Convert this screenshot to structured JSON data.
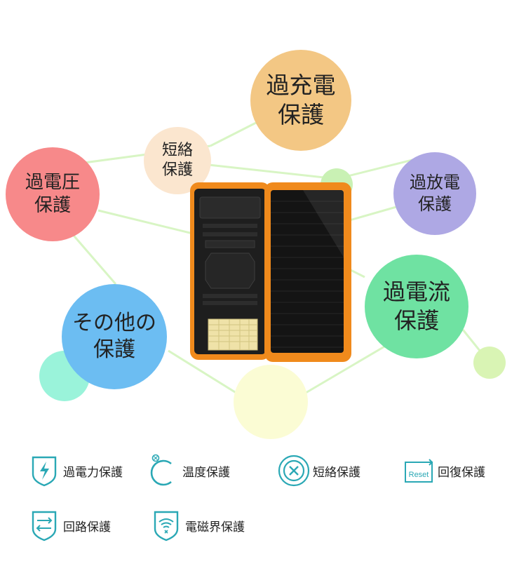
{
  "bubbles": [
    {
      "id": "overcharge",
      "text": "過充電\n保護",
      "color": "#f3c784"
    },
    {
      "id": "short",
      "text": "短絡\n保護",
      "color": "#fbe6cf"
    },
    {
      "id": "overvoltage",
      "text": "過電圧\n保護",
      "color": "#f7898a"
    },
    {
      "id": "overdischarge",
      "text": "過放電\n保護",
      "color": "#aea8e4"
    },
    {
      "id": "overcurrent",
      "text": "過電流\n保護",
      "color": "#6fe2a2"
    },
    {
      "id": "other",
      "text": "その他の\n保護",
      "color": "#6cbdf2"
    }
  ],
  "features": [
    {
      "icon": "lightning-shield-icon",
      "label": "過電力保護"
    },
    {
      "icon": "temperature-icon",
      "label": "温度保護"
    },
    {
      "icon": "short-circuit-icon",
      "label": "短絡保護"
    },
    {
      "icon": "reset-icon",
      "icon_text": "Reset",
      "label": "回復保護"
    },
    {
      "icon": "circuit-arrows-icon",
      "label": "回路保護"
    },
    {
      "icon": "emf-wifi-shield-icon",
      "label": "電磁界保護"
    }
  ],
  "colors": {
    "accent": "#2aa8b5",
    "device_orange": "#f08a1c",
    "device_body": "#1e1e1e"
  }
}
